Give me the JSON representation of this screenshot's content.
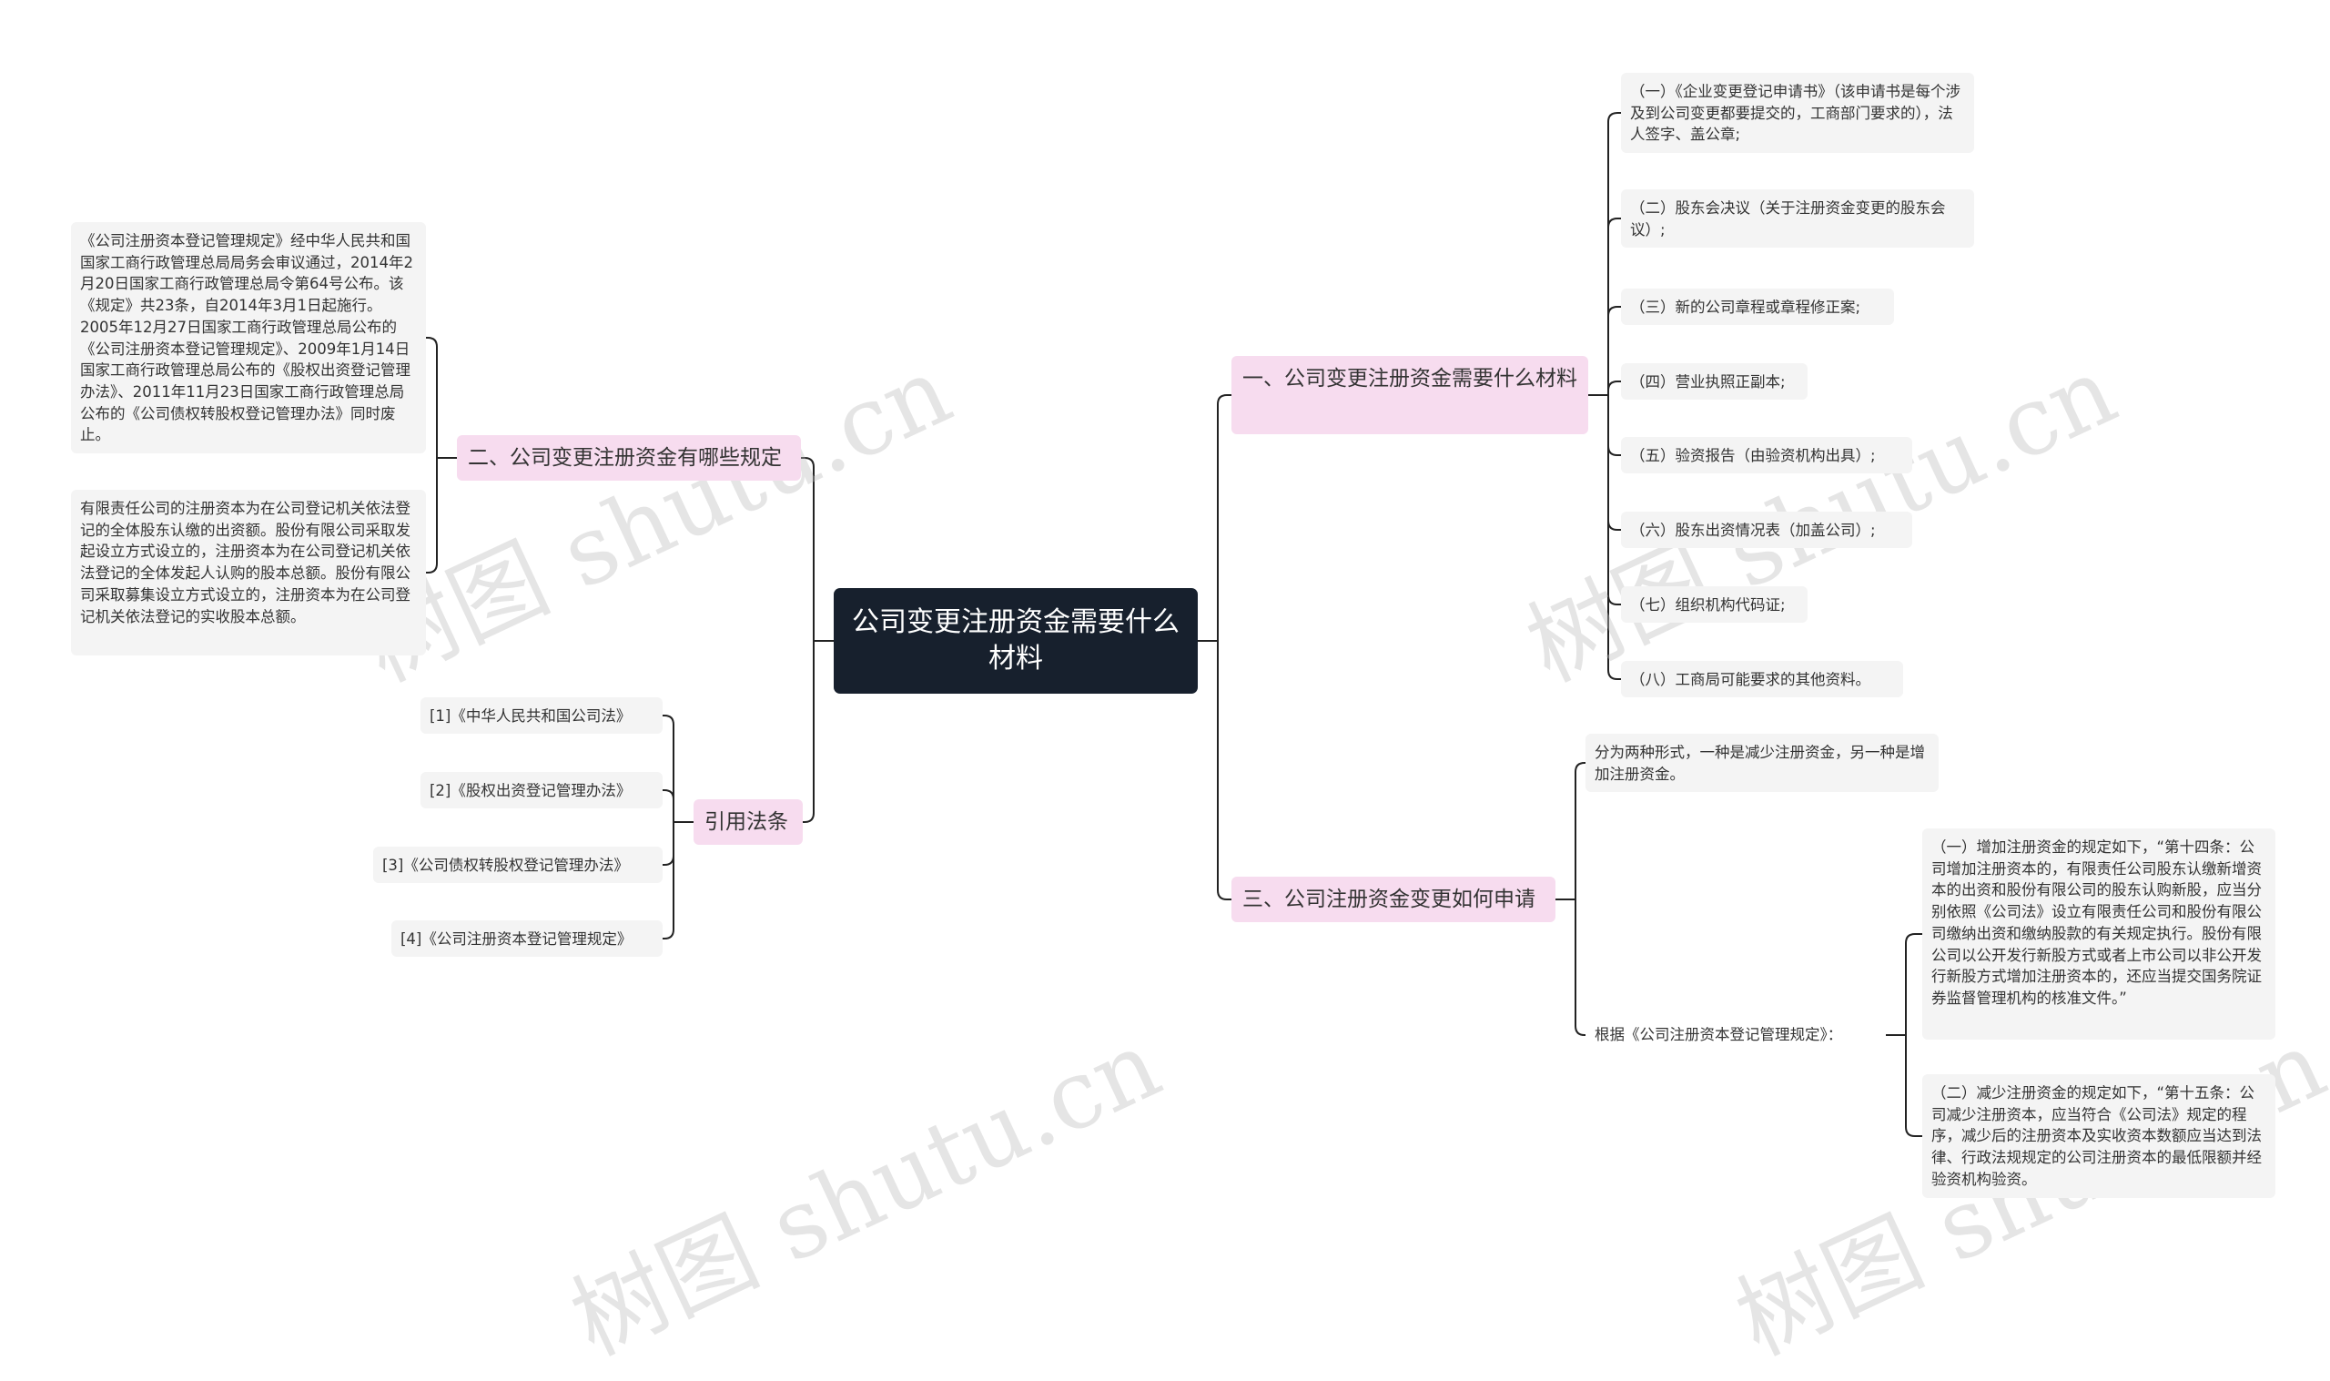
{
  "root": {
    "title": "公司变更注册资金需要什么材料"
  },
  "branches": {
    "b1": {
      "label": "一、公司变更注册资金需要什么材料",
      "items": [
        "（一）《企业变更登记申请书》（该申请书是每个涉及到公司变更都要提交的，工商部门要求的），法人签字、盖公章;",
        "（二）股东会决议（关于注册资金变更的股东会议）;",
        "（三）新的公司章程或章程修正案;",
        "（四）营业执照正副本;",
        "（五）验资报告（由验资机构出具）;",
        "（六）股东出资情况表（加盖公司）;",
        "（七）组织机构代码证;",
        "（八）工商局可能要求的其他资料。"
      ]
    },
    "b2": {
      "label": "二、公司变更注册资金有哪些规定",
      "items": [
        "《公司注册资本登记管理规定》经中华人民共和国国家工商行政管理总局局务会审议通过，2014年2月20日国家工商行政管理总局令第64号公布。该《规定》共23条，自2014年3月1日起施行。2005年12月27日国家工商行政管理总局公布的《公司注册资本登记管理规定》、2009年1月14日国家工商行政管理总局公布的《股权出资登记管理办法》、2011年11月23日国家工商行政管理总局公布的《公司债权转股权登记管理办法》同时废止。",
        "有限责任公司的注册资本为在公司登记机关依法登记的全体股东认缴的出资额。股份有限公司采取发起设立方式设立的，注册资本为在公司登记机关依法登记的全体发起人认购的股本总额。股份有限公司采取募集设立方式设立的，注册资本为在公司登记机关依法登记的实收股本总额。"
      ]
    },
    "b3": {
      "label": "三、公司注册资金变更如何申请",
      "intro": "分为两种形式，一种是减少注册资金，另一种是增加注册资金。",
      "basis": "根据《公司注册资本登记管理规定》：",
      "items": [
        "（一）增加注册资金的规定如下，“第十四条：公司增加注册资本的，有限责任公司股东认缴新增资本的出资和股份有限公司的股东认购新股，应当分别依照《公司法》设立有限责任公司和股份有限公司缴纳出资和缴纳股款的有关规定执行。股份有限公司以公开发行新股方式或者上市公司以非公开发行新股方式增加注册资本的，还应当提交国务院证券监督管理机构的核准文件。”",
        "（二）减少注册资金的规定如下，“第十五条：公司减少注册资本，应当符合《公司法》规定的程序，减少后的注册资本及实收资本数额应当达到法律、行政法规规定的公司注册资本的最低限额并经验资机构验资。"
      ]
    },
    "b4": {
      "label": "引用法条",
      "items": [
        "[1]《中华人民共和国公司法》",
        "[2]《股权出资登记管理办法》",
        "[3]《公司债权转股权登记管理办法》",
        "[4]《公司注册资本登记管理规定》"
      ]
    }
  },
  "watermark": "树图 shutu.cn",
  "colors": {
    "root": "#17202d",
    "branch": "#f7dcef",
    "leaf": "#f4f4f4",
    "line": "#222222"
  }
}
